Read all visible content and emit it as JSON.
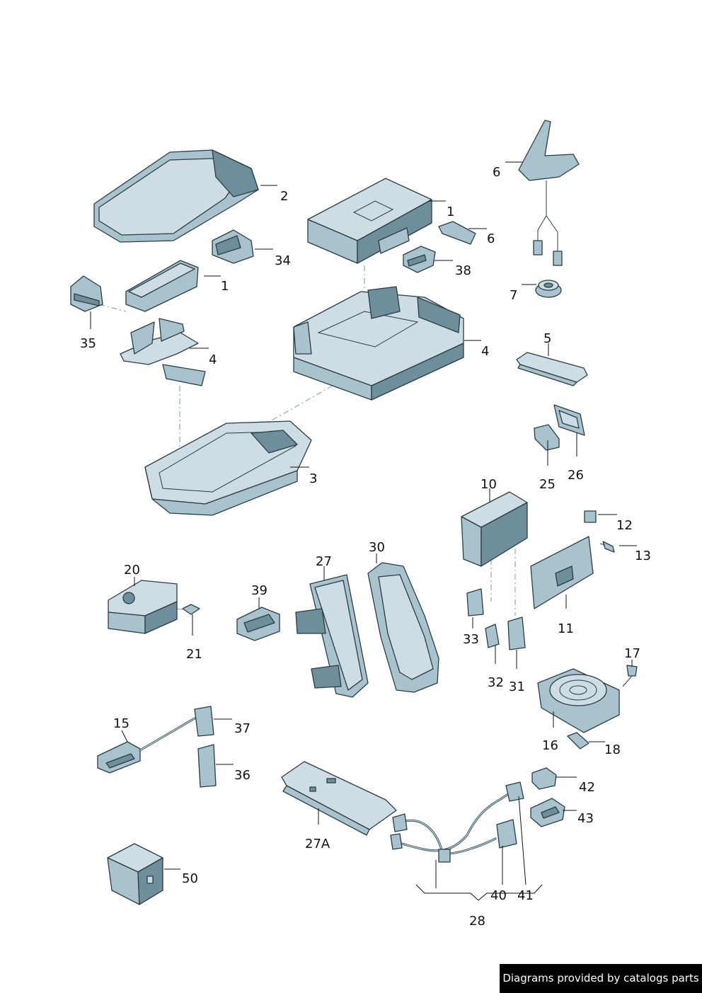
{
  "labels": {
    "l2": "2",
    "l1a": "1",
    "l34": "34",
    "l35": "35",
    "l4a": "4",
    "l1b": "1",
    "l6a": "6",
    "l38": "38",
    "l4b": "4",
    "l3": "3",
    "l6b": "6",
    "l7": "7",
    "l5": "5",
    "l25": "25",
    "l26": "26",
    "l10": "10",
    "l12": "12",
    "l13": "13",
    "l11": "11",
    "l20": "20",
    "l21": "21",
    "l39": "39",
    "l27": "27",
    "l30": "30",
    "l33": "33",
    "l32": "32",
    "l31": "31",
    "l17": "17",
    "l16": "16",
    "l18": "18",
    "l15": "15",
    "l37": "37",
    "l36": "36",
    "l27A": "27A",
    "l42": "42",
    "l43": "43",
    "l40": "40",
    "l41": "41",
    "l28": "28",
    "l50": "50"
  },
  "credit": "Diagrams provided by catalogs parts"
}
